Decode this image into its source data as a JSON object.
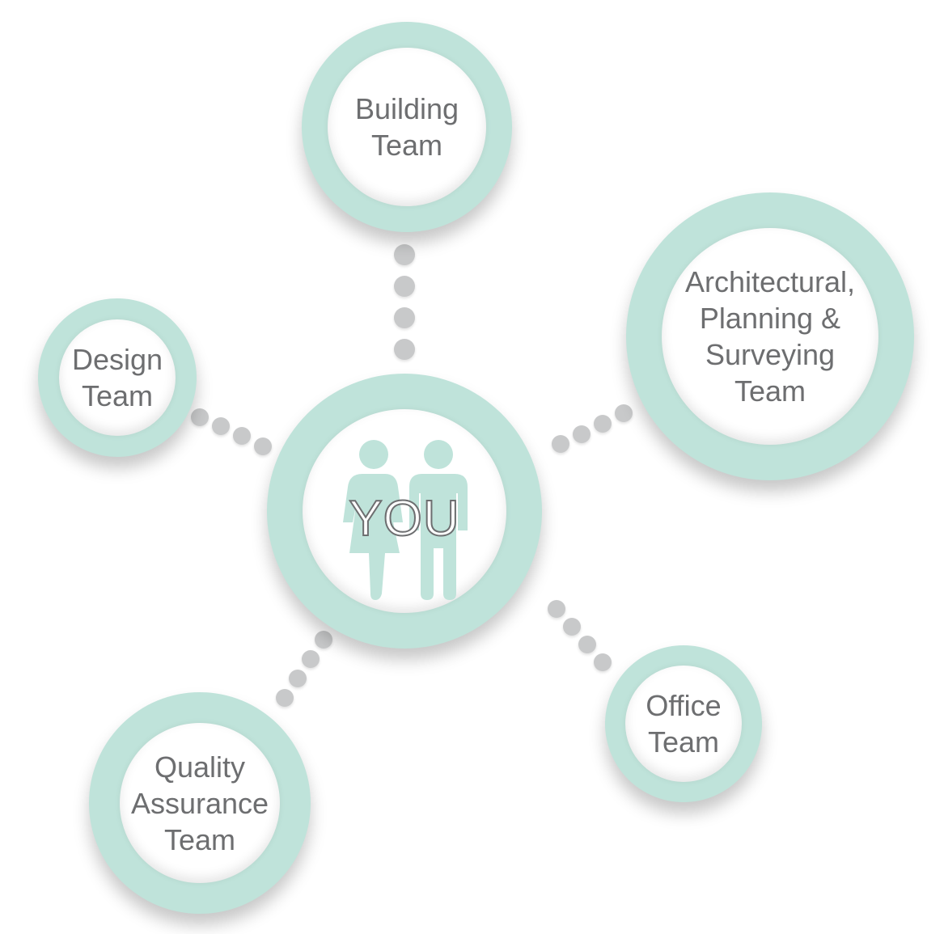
{
  "nodes": {
    "center": {
      "label": "YOU"
    },
    "building": {
      "line1": "Building",
      "line2": "Team"
    },
    "architectural": {
      "line1": "Architectural,",
      "line2": "Planning &",
      "line3": "Surveying",
      "line4": "Team"
    },
    "design": {
      "line1": "Design",
      "line2": "Team"
    },
    "quality": {
      "line1": "Quality",
      "line2": "Assurance",
      "line3": "Team"
    },
    "office": {
      "line1": "Office",
      "line2": "Team"
    }
  },
  "colors": {
    "ring": "#bfe3da",
    "text": "#6d6e70",
    "connector_dot": "#c8c9ca",
    "people_icon": "#bfe3da"
  },
  "icons": {
    "center": "people-icon"
  }
}
